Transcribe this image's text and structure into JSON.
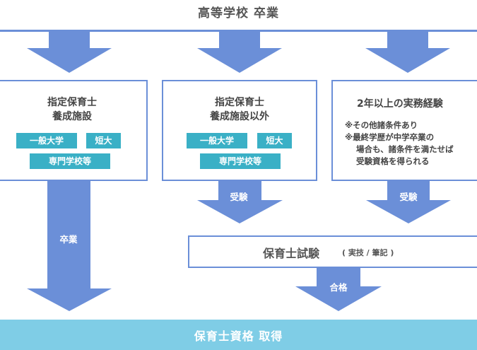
{
  "header": {
    "title": "高等学校 卒業"
  },
  "columns": [
    {
      "title_lines": [
        "指定保育士",
        "養成施設"
      ],
      "tags": [
        "一般大学",
        "短大",
        "専門学校等"
      ]
    },
    {
      "title_lines": [
        "指定保育士",
        "養成施設以外"
      ],
      "tags": [
        "一般大学",
        "短大",
        "専門学校等"
      ]
    },
    {
      "title": "2年以上の実務経験",
      "notes": [
        "※その他諸条件あり",
        "※最終学歴が中学卒業の",
        "場合も、諸条件を満たせば",
        "受験資格を得られる"
      ]
    }
  ],
  "arrows": {
    "col1": "卒業",
    "col2": "受験",
    "col3": "受験",
    "exam": "合格"
  },
  "exam": {
    "title": "保育士試験",
    "subtitle": "( 実技 / 筆記 )"
  },
  "footer": {
    "title": "保育士資格 取得"
  },
  "colors": {
    "arrow": "#6b8fd8",
    "tag": "#3ab0c6",
    "footer": "#7fcde6"
  }
}
